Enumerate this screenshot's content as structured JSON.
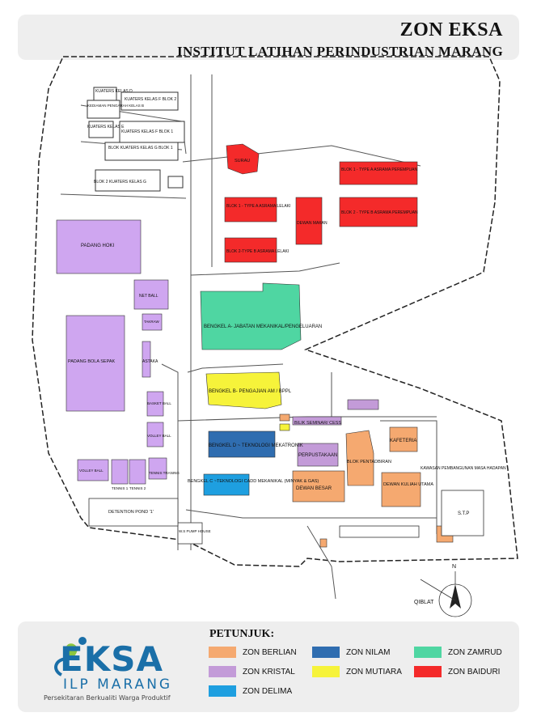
{
  "header": {
    "title": "ZON EKSA",
    "subtitle": "INSTITUT LATIHAN PERINDUSTRIAN MARANG"
  },
  "colors": {
    "berlian": "#f5a970",
    "kristal": "#c39bd8",
    "delima": "#1e9fe0",
    "nilam": "#2f6db0",
    "mutiara": "#f6f33a",
    "zamrud": "#4fd6a2",
    "baiduri": "#f42a2a",
    "sport_field": "#cfa6f0",
    "road": "#ffffff",
    "line": "#333333"
  },
  "map": {
    "labels": {
      "kuaters_kelas_d": "KUATERS KELAS D",
      "kuaters_kelas_f_blok2": "KUATERS KELAS F BLOK 2",
      "kediaman_pengarah": "KEDIAMAN PENGARAH KELAS B",
      "kuaters_kelas_e": "KUATERS KELAS E",
      "kuaters_kelas_f_blok1": "KUATERS KELAS F BLOK 1",
      "blok_kuaters_g1": "BLOK KUATERS KELAS G BLOK 1",
      "blok2_kuaters_g": "BLOK 2 KUATERS KELAS G",
      "surau": "SURAU",
      "blok1_type_a_perempuan": "BLOK 1 - TYPE A ASRAMA PEREMPUAN",
      "blok2_type_b_perempuan": "BLOK 2 - TYPE B ASRAMA PEREMPUAN",
      "blok1_type_a_lelaki": "BLOK 1 - TYPE A ASRAMA LELAKI",
      "blok2_type_b_lelaki": "BLOK 2-TYPE B ASRAMA LELAKI",
      "dewan_makan": "DEWAN MAKAN",
      "padang_hoki": "PADANG HOKI",
      "net_ball": "NET BALL",
      "takraw": "TAKRAW",
      "astaka": "ASTAKA",
      "padang_bola": "PADANG BOLA SEPAK",
      "basket_ball": "BASKET BALL",
      "volley_ball": "VOLLEY BALL",
      "volley_ball2": "VOLLEY BALL",
      "tennis_traning": "TENNIS TRANING",
      "tennis1": "TENNIS 1",
      "tennis2": "TENNIS 2",
      "detention_pond": "DETENTION POND '1'",
      "bengkel_a": "BENGKEL A- JABATAN MEKANIKAL/PENGELUARAN",
      "bengkel_b": "BENGKEL B- PENGAJIAN AM / BPPL",
      "bengkel_d": "BENGKEL D ~ TEKNOLOGI MEKATRONIK",
      "bengkel_c": "BENGKEL C ~TEKNOLOGI CADD MEKANIKAL (MINYAK & GAS)",
      "bilik_seminar": "BILIK SEMINAR/ CESS",
      "kafeteria": "KAFETERIA",
      "perpustakaan": "PERPUSTAKAAN",
      "blok_pentadbiran": "BLOK PENTADBIRAN",
      "dewan_besar": "DEWAN BESAR",
      "dewan_kuliah": "DEWAN KULIAH UTAMA",
      "kawasan_pembangunan": "KAWASAN PEMBANGUNAN MASA HADAPAN",
      "stp": "S.T.P",
      "ws_pump": "W.S PUMP HOUSE",
      "qiblat": "QIBLAT",
      "north": "N"
    }
  },
  "legend": {
    "heading": "PETUNJUK:",
    "items": [
      {
        "label": "ZON BERLIAN",
        "color": "#f5a970"
      },
      {
        "label": "ZON KRISTAL",
        "color": "#c39bd8"
      },
      {
        "label": "ZON DELIMA",
        "color": "#1e9fe0"
      },
      {
        "label": "ZON NILAM",
        "color": "#2f6db0"
      },
      {
        "label": "ZON MUTIARA",
        "color": "#f6f33a"
      },
      {
        "label": "ZON ZAMRUD",
        "color": "#4fd6a2"
      },
      {
        "label": "ZON BAIDURI",
        "color": "#f42a2a"
      }
    ]
  },
  "logo": {
    "main_text": "EKSA",
    "sub_text": "ILP MARANG",
    "tagline": "Persekitaran Berkualiti Warga Produktif"
  }
}
